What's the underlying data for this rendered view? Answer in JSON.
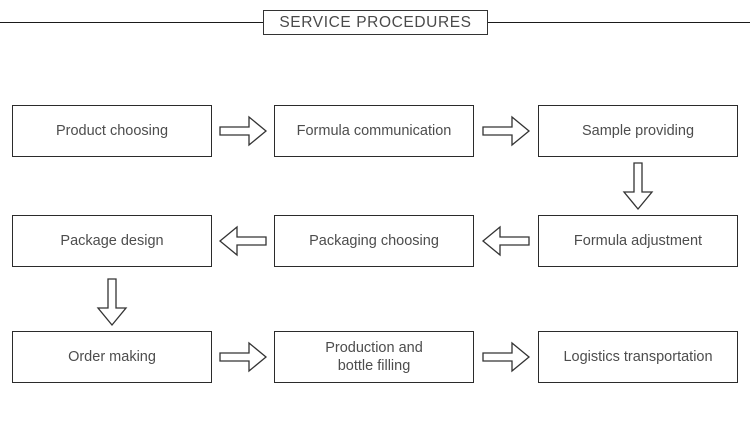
{
  "header": {
    "title": "SERVICE PROCEDURES"
  },
  "diagram": {
    "type": "flowchart",
    "rows": [
      {
        "direction": "left-to-right",
        "nodes": [
          {
            "id": "product-choosing",
            "label": "Product choosing"
          },
          {
            "id": "formula-communication",
            "label": "Formula communication"
          },
          {
            "id": "sample-providing",
            "label": "Sample providing"
          }
        ]
      },
      {
        "direction": "right-to-left",
        "nodes": [
          {
            "id": "package-design",
            "label": "Package design"
          },
          {
            "id": "packaging-choosing",
            "label": "Packaging choosing"
          },
          {
            "id": "formula-adjustment",
            "label": "Formula adjustment"
          }
        ]
      },
      {
        "direction": "left-to-right",
        "nodes": [
          {
            "id": "order-making",
            "label": "Order making"
          },
          {
            "id": "production-bottle-filling",
            "label": "Production and\nbottle filling"
          },
          {
            "id": "logistics-transportation",
            "label": "Logistics transportation"
          }
        ]
      }
    ],
    "connectors": [
      {
        "id": "arrow-product-to-formula",
        "direction": "right"
      },
      {
        "id": "arrow-formula-to-sample",
        "direction": "right"
      },
      {
        "id": "arrow-sample-to-adjustment",
        "direction": "down"
      },
      {
        "id": "arrow-adjustment-to-packaging",
        "direction": "left"
      },
      {
        "id": "arrow-packaging-to-design",
        "direction": "left"
      },
      {
        "id": "arrow-design-to-order",
        "direction": "down"
      },
      {
        "id": "arrow-order-to-production",
        "direction": "right"
      },
      {
        "id": "arrow-production-to-logistics",
        "direction": "right"
      }
    ]
  },
  "colors": {
    "text": "#4d4d4d",
    "border": "#2b2b2b",
    "background": "#ffffff",
    "rule": "#1a1a1a"
  }
}
